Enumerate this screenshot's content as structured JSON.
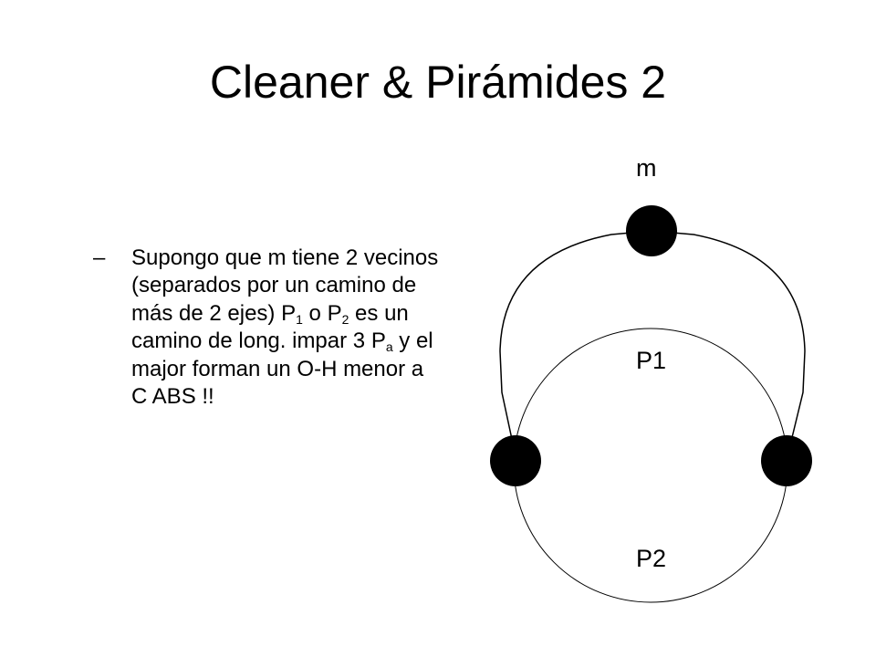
{
  "slide": {
    "title": "Cleaner & Pirámides 2"
  },
  "bullet": {
    "marker": "–",
    "parts": {
      "p1": "Supongo que m tiene 2 vecinos (separados por un camino de más de 2 ejes) ",
      "sym1": "",
      "p2": " P",
      "sub1": "1",
      "p3": " o P",
      "sub2": "2",
      "p4": " es un camino de long. impar ",
      "sym2": "",
      "p5": " 3 ",
      "sym3": "",
      "p6": " P",
      "suba": "a",
      "p7": " y el major forman un O-H menor a C ABS !!"
    }
  },
  "diagram": {
    "labels": {
      "m": "m",
      "p1": "P1",
      "p2": "P2"
    }
  }
}
